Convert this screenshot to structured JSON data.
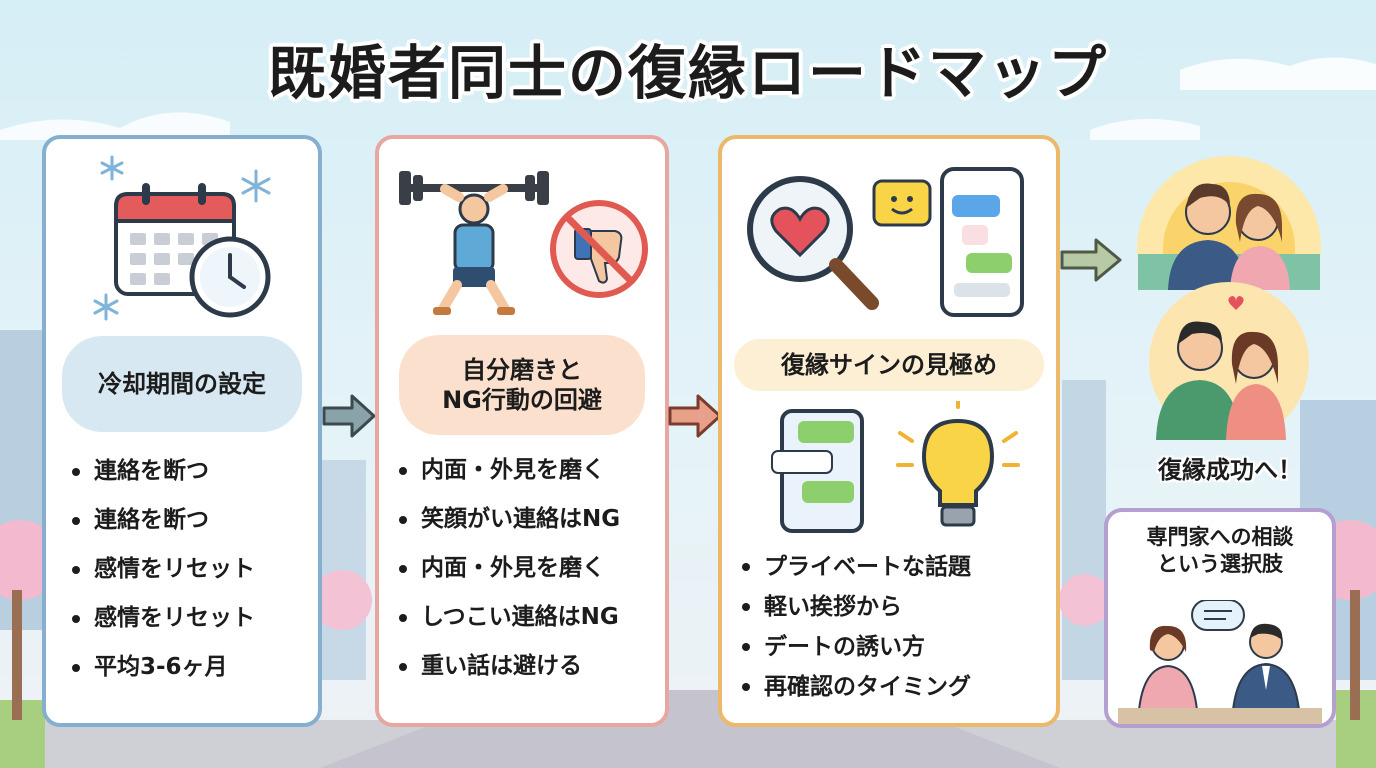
{
  "title": "既婚者同士の復縁ロードマップ",
  "steps": [
    {
      "heading": "冷却期間の設定",
      "bullets": [
        "連絡を断つ",
        "連絡を断つ",
        "感情をリセット",
        "感情をリセット",
        "平均3-6ヶ月"
      ],
      "icons": [
        "calendar-icon",
        "clock-icon",
        "snowflake-icon"
      ]
    },
    {
      "heading": "自分磨きと\nNG行動の回避",
      "bullets": [
        "内面・外見を磨く",
        "笑顔がい連絡はNG",
        "内面・外見を磨く",
        "しつこい連絡はNG",
        "重い話は避ける"
      ],
      "icons": [
        "weightlifter-icon",
        "no-thumbs-down-icon"
      ]
    },
    {
      "heading": "復縁サインの見極め",
      "bullets": [
        "プライベートな話題",
        "軽い挨拶から",
        "デートの誘い方",
        "再確認のタイミング"
      ],
      "icons": [
        "magnifier-heart-icon",
        "smile-chat-icon",
        "smartphone-chat-icon",
        "chat-phone-icon",
        "lightbulb-icon"
      ]
    }
  ],
  "success": {
    "label": "復縁成功へ！",
    "icons": [
      "happy-couple-sunrise-icon",
      "happy-couple-heart-icon"
    ]
  },
  "consult": {
    "title": "専門家への相談\nという選択肢",
    "icons": [
      "consultation-icon"
    ]
  },
  "colors": {
    "step1_border": "#86aecf",
    "step2_border": "#e7a6a0",
    "step3_border": "#ecb86a",
    "consult_border": "#b49fd0",
    "step1_pill": "#d7e8f3",
    "step2_pill": "#fbe0cd",
    "step3_pill": "#fcefd3"
  }
}
